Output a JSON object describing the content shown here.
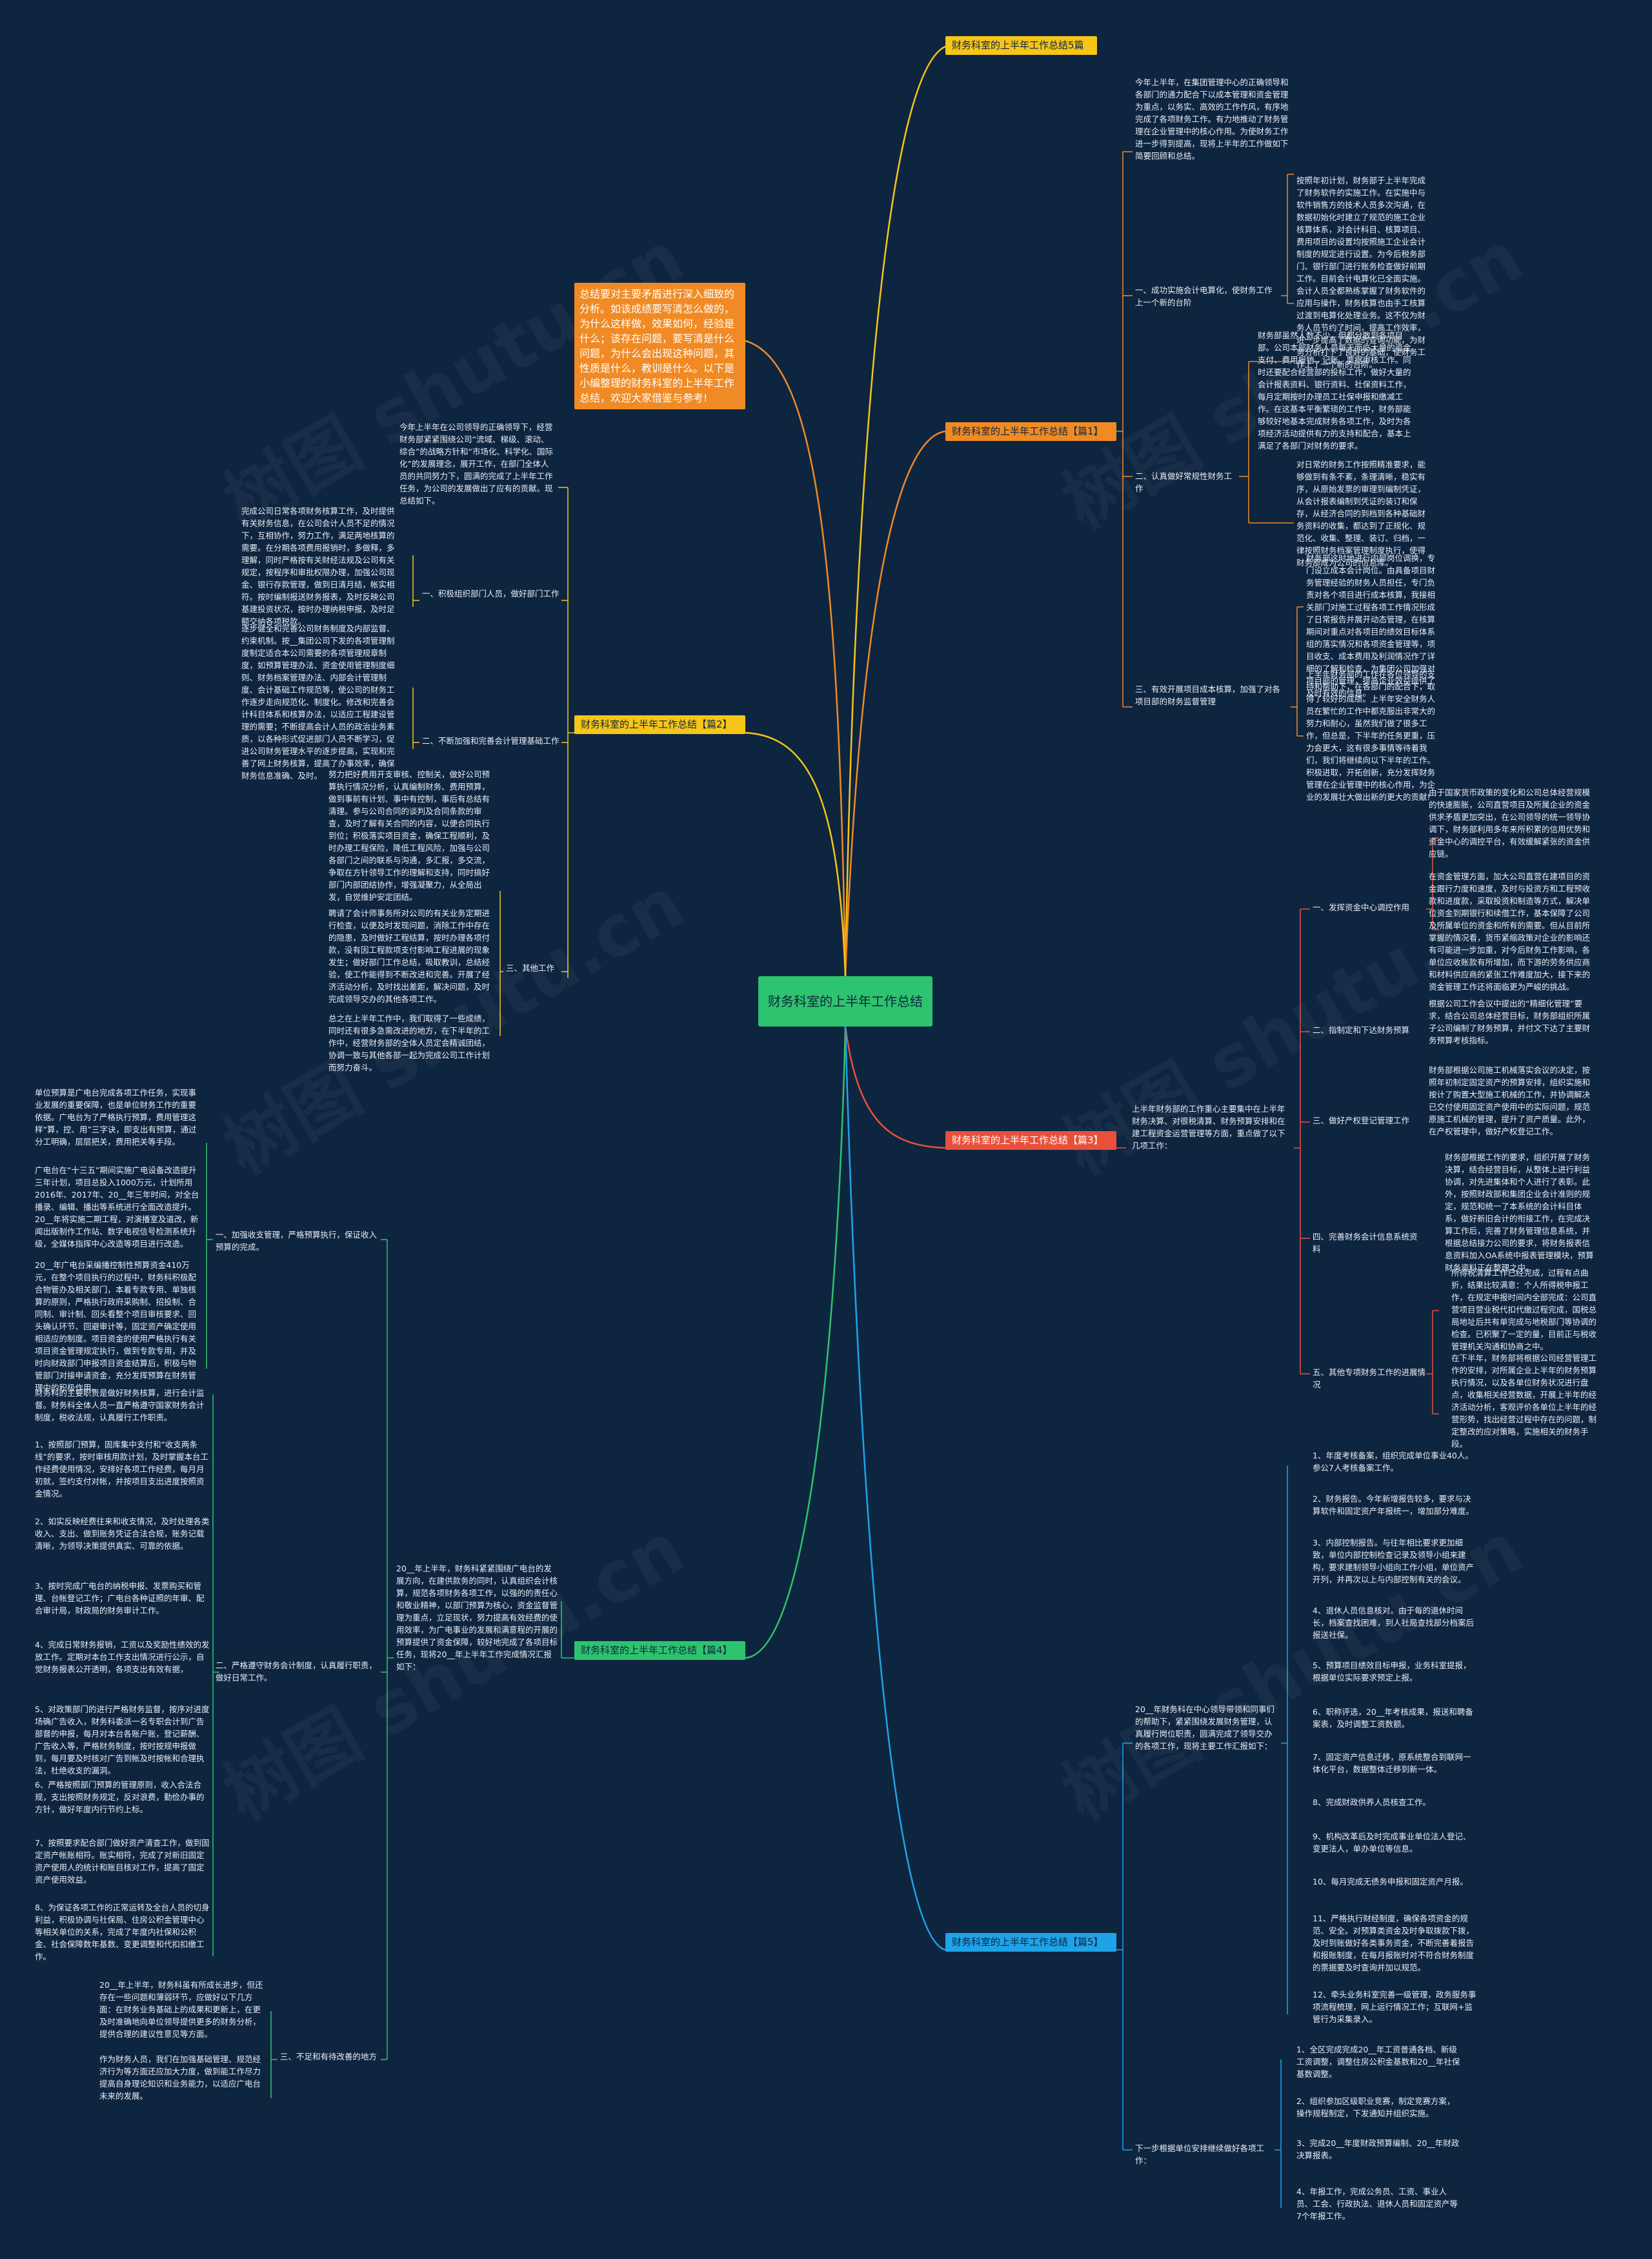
{
  "center": {
    "label": "财务科室的上半年工作总结"
  },
  "watermark": "树图 shutu.cn",
  "note": "总结要对主要矛盾进行深入细致的分析。如该成绩要写清怎么做的，为什么这样做，效果如何，经验是什么；该存在问题，要写清是什么问题，为什么会出现这种问题，其性质是什么，教训是什么。以下是小编整理的财务科室的上半年工作总结，欢迎大家借鉴与参考!",
  "branches": {
    "p5": {
      "label": "财务科室的上半年工作总结5篇"
    },
    "p1": {
      "label": "财务科室的上半年工作总结【篇1】",
      "intro": "今年上半年，在集团管理中心的正确领导和各部门的通力配合下以成本管理和资金管理为重点，以务实、高效的工作作风，有序地完成了各项财务工作。有力地推动了财务管理在企业管理中的核心作用。为使财务工作进一步得到提高，现将上半年的工作做如下简要回顾和总结。",
      "s1": {
        "title": "一、成功实施会计电算化，使财务工作上一个新的台阶",
        "text": "按照年初计划，财务部于上半年完成了财务软件的实施工作。在实施中与软件销售方的技术人员多次沟通，在数据初始化时建立了规范的施工企业核算体系，对会计科目、核算项目、费用项目的设置均按照施工企业会计制度的规定进行设置。为今后税务部门、银行部门进行账务检查做好前期工作。目前会计电算化已全面实施。会计人员全都熟练掌握了财务软件的应用与操作，财务核算也由手工核算过渡到电算化处理业务。这不仅为财务人员节约了时间，提高工作效率，进一步提高了数据的查询功能，为财务分析打下了良好的基础，使财务工作上了一个新的台阶。"
      },
      "s2": {
        "title": "二、认真做好常规性财务工作",
        "t1": "财务部虽然人数不少，但都分散到各项目部。公司本部财务人员每天面临大量的资金支付、费用报销、记账、票据审核工作。同时还要配合经营部的投标工作，做好大量的会计报表资料、银行资料、社保资料工作，每月定期按时办理员工社保申报和缴减工作。在这基本平衡繁琐的工作中，财务部能够较好地基本完成财务各项工作，及时为各项经济活动提供有力的支持和配合，基本上满足了各部门对财务的要求。",
        "t2": "对日常的财务工作按照精准要求，能够做到有条不紊，条理清晰，稳实有序，从原始发票的审理到编制凭证，从会计报表编制到凭证的装订和保存，从经济合同的到档到各种基础财务资料的收集，都达到了正规化、规范化、收集、整理、装订、归档，一律按照财务档案管理制度执行，使得财务部成为公司的信息库。"
      },
      "s3": {
        "title": "三、有效开展项目成本核算，加强了对各项目部的财务监督管理",
        "t1": "财务部这时地进行内部岗位调换，专门设立成本会计岗位。由具备项目财务管理经验的财务人员担任，专门负责对各个项目进行成本核算，我接相关部门对施工过程各项工作情况形成了日常报告并展开动态管理，在核算期间对重点对各项目的绩效目标体系组的落实情况和各项资金管理等，项目收支、成本费用及利润情况作了详细的了解和检查，为集团公司加强对项目部的管理，提高企业效益提供了及时有效的信息。",
        "t2": "上半年财务部的工作在各位领导的支持和帮助下，在各部门的配合下，取得了较好的成绩。上半年安全财务人员在繁忙的工作中都克服出非常大的努力和耐心，虽然我们做了很多工作，但总是，下半年的任务更重，压力会更大，这有很多事情等待着我们，我们将继续向以下半年的工作。积极进取，开拓创新，充分发挥财务管理在企业管理中的核心作用，为企业的发展壮大做出新的更大的贡献!"
      }
    },
    "p2": {
      "label": "财务科室的上半年工作总结【篇2】",
      "intro": "今年上半年在公司领导的正确领导下，经营财务部紧紧围绕公司“流域、梯级、滚动、综合”的战略方针和“市场化、科学化、国际化”的发展理念，展开工作，在部门全体人员的共同努力下，圆满的完成了上半年工作任务，为公司的发展做出了应有的贡献。现总结如下。",
      "s1": {
        "title": "一、积极组织部门人员，做好部门工作",
        "text": "完成公司日常各项财务核算工作，及时提供有关财务信息，在公司会计人员不足的情况下，互相协作，努力工作，满足两地核算的需要。在分期各项费用报销时，多做释，多理解，同时严格按有关财经法规及公司有关规定，按程序和审批权限办理，加强公司现金、银行存款管理，做到日清月结，帐实相符。按时编制报送财务报表，及时反映公司基建投资状况，按时办理纳税申报，及时足额交纳各项税款。"
      },
      "s2": {
        "title": "二、不断加强和完善会计管理基础工作",
        "text": "逐步健全和完善公司财务制度及内部监督、约束机制。按__集团公司下发的各项管理制度制定适合本公司需要的各项管理规章制度，如预算管理办法、资金使用管理制度细则、财务档案管理办法、内部会计管理制度、会计基础工作规范等，使公司的财务工作逐步走向规范化、制度化。修改和完善会计科目体系和核算办法，以适应工程建设管理的需要；不断提高会计人员的政治业务素质，以各种形式促进部门人员不断学习，促进公司财务管理水平的逐步提高，实现和完善了网上财务核算，提高了办事效率，确保财务信息准确、及时。"
      },
      "s3": {
        "title": "三、其他工作",
        "t1": "努力把好费用开支审核、控制关，做好公司预算执行情况分析，认真编制财务、费用预算，做到事前有计划、事中有控制，事后有总结有清理。参与公司合同的谈判及合同条款的审查，及时了解有关合同的内容，以便合同执行到位；积极落实项目资金，确保工程顺利，及时办理工程保险，降低工程风险，加强与公司各部门之间的联系与沟通，多汇报，多交流，争取在方针领导工作的理解和支持，同时搞好部门内部团结协作，增强凝聚力，从全局出发，自觉维护安定团结。",
        "t2": "聘请了会计师事务所对公司的有关业务定期进行检查，以便及时发现问题，消除工作中存在的隐患，及时做好工程结算，按时办理各项付款，没有因工程款项支付影响工程进展的现象发生；做好部门工作总结，吸取教训，总结经验，使工作能得到不断改进和完善。开展了经济活动分析，及时找出差距，解决问题，及时完成领导交办的其他各项工作。",
        "t3": "总之在上半年工作中，我们取得了一些成绩，同时还有很多急需改进的地方，在下半年的工作中，经营财务部的全体人员定会精诚团结，协调一致与其他各部一起为完成公司工作计划而努力奋斗。"
      }
    },
    "p3": {
      "label": "财务科室的上半年工作总结【篇3】",
      "intro": "上半年财务部的工作重心主要集中在上半年财务决算、对很税清算、财务预算安排和在建工程资金运营管理等方面，重点做了以下几项工作：",
      "s1": {
        "title": "一、发挥资金中心调控作用",
        "t1": "由于国家货币政策的变化和公司总体经营规模的快速膨胀，公司直营项目及所属企业的资金供求矛盾更加突出，在公司领导的统一领导协调下，财务部利用多年来所积累的信用优势和资金中心的调控平台，有效缓解紧张的资金供应链。",
        "t2": "在资金管理方面，加大公司直营在建项目的资金跟行力度和速度，及时与投资方和工程预收款和进度款，采取投资和制造等方式，解决单位资金到期银行和续借工作，基本保障了公司及所属单位的资金和所有的需要。但从目前所掌握的情况看，货币紧缩政策对企业的影响还有可能进一步加重，对今后财务工作影响，各单位应收账款有所增加，而下游的劳务供应商和材料供应商的紧张工作难度加大，接下来的资金管理工作还将面临更为严峻的挑战。"
      },
      "s2": {
        "title": "二、指制定和下达财务预算",
        "text": "根据公司工作会议中提出的“精细化管理”要求，结合公司总体经营目标，财务部组织所属子公司编制了财务预算，并付文下达了主要财务预算考核指标。"
      },
      "s3": {
        "title": "三、做好产权登记管理工作",
        "text": "财务部根据公司施工机械落实会议的决定，按照年初制定固定资产的预算安排，组织实施和按计了购置大型施工机械的工作，并协调解决已交付使用固定资产使用中的实际问题，规范原施工机械的管理，提升了资产质量。此外，在产权管理中，做好产权登记工作。"
      },
      "s4": {
        "title": "四、完善财务会计信息系统资料",
        "text": "财务部根据工作的要求，组织开展了财务决算，结合经营目标，从整体上进行利益协调，对先进集体和个人进行了表彰。此外，按照财政部和集团企业会计准则的规定，规范和统一了本系统的会计科目体系，做好新旧会计的衔接工作，在完成决算工作后，完善了财务管理信息系统，并根据总结接力公司的要求，将财务报表信息资料加入OA系统中报表管理模块，预算财务资料正在整理之中。"
      },
      "s5": {
        "title": "五、其他专项财务工作的进展情况",
        "t1": "所得税清算工作已经完成，过程有点曲折，结果比较满意：个人所得税申报工作，在规定申报时间内全部完成：公司直营项目营业税代扣代缴过程完成，国税总局地址后共有单完成与地税部门等协调的检查。已积聚了一定的量，目前正与税收管理机关沟通和协商之中。",
        "t2": "在下半年，财务部将根据公司经营管理工作的安排，对所属企业上半年的财务预算执行情况，以及各单位财务状况进行盘点，收集相关经营数据，开展上半年的经济活动分析，客观评价各单位上半年的经营形势，找出经营过程中存在的问题，制定整改的应对策略，实施相关的财务手段。"
      }
    },
    "p4": {
      "label": "财务科室的上半年工作总结【篇4】",
      "intro": "20__年上半年，财务科紧紧围绕广电台的发展方向，在建供款务的同时，认真组织会计核算，规范各项财务各项工作，以强的的责任心和敬业精神，以部门预算为核心，资金监督管理为重点，立足现状，努力提高有效经费的使用效率，为广电事业的发展和满意程的开展的预算提供了资金保障，较好地完成了各项目标任务，现将20__年上半年工作完成情况汇报如下：",
      "s1": {
        "title": "一、加强收支管理，严格预算执行，保证收入预算的完成。",
        "t1": "单位预算是广电台完成各项工作任务，实现事业发展的重要保障，也是单位财务工作的重要依据。广电台为了严格执行预算，费用管理这样“算，控、用”三字诀，即支出有预算，通过分工明确，层层把关，费用把关等手段。",
        "t2": "广电台在“十三五”期间实施广电设备改造提升三年计划，项目总投入1000万元，计划所用2016年、2017年、20__年三年时间，对全台播录、编辑、播出等系统进行全面改造提升。20__年将实施二期工程，对演播室及道改，新闻出版制作工作站、数字电视信号检测系统升级，全媒体指挥中心改造等项目进行改造。",
        "t3": "20__年广电台采编播控制性预算资金410万元，在整个项目执行的过程中，财务科积极配合物管办及相关部门，本着专款专用、单独核算的原则，严格执行政府采购制、招投制、合同制、审计制、回头看整个项目审核要求、回头确认环节、回避审计等，固定资产确定使用相适应的制度。项目资金的使用严格执行有关项目资金管理规定执行，做到专款专用，并及时向财政部门申报项目资金结算后，积极与物管部门对接申请资金，充分发挥预算在财务管理中的积极作用。"
      },
      "s2": {
        "title": "二、严格遵守财务会计制度，认真履行职责，做好日常工作。",
        "t1": "财务科的主要职责是做好财务核算，进行会计监督。财务科全体人员一直严格遵守国家财务会计制度，税收法规，认真履行工作职责。",
        "t2": "1、按照部门预算，固库集中支付和“收支两条线”的要求，按时审核用款计划，及时掌握本台工作经费使用情况，安排好各项工作经费，每月月初就，签约支付对帐，并按项目支出进度按照资金情况。",
        "t3": "2、如实反映经费往来和收支情况，及时处理各类收入、支出、做到账务凭证合法合规，账务记载清晰，为领导决策提供真实、可靠的依据。",
        "t4": "3、按时完成广电台的纳税申报、发票购买和管理、台帐登记工作；广电台各种证照的年审、配合审计局，财政局的财务审计工作。",
        "t5": "4、完成日常财务报销，工资以及奖励性绩效的发放工作。定期对本台工作支出情况进行公示，自觉财务报表公开透明，各项支出有效有据，",
        "t6": "5、对政策部门的进行严格财务监督，按序对进度场确广告收入，财务科委派一名专职会计到广告部督的申报，每月对本台各账户账，登记薪酬、广告收入等，严格财务制度，按时按规申报做到，每月要及时核对广告到帐及时按帐和合理执法，杜绝收支的漏洞。",
        "t7": "6、严格按照部门预算的管理原则，收入合法合规，支出按照财务规定，反对浪费，勤俭办事的方针，做好年度内行节约上标。",
        "t8": "7、按照要求配合部门做好资产清查工作，做到固定资产帐账相符。账实相符，完成了对新旧固定资产使用人的统计和账目核对工作，提高了固定资产使用效益。",
        "t9": "8、为保证各项工作的正常运转及全台人员的切身利益，积极协调与社保局、住房公积金管理中心等相关单位的关系，完成了年度内社保和公积金、社会保障数年基数、变更调整和代扣扣缴工作。"
      },
      "s3": {
        "title": "三、不足和有待改善的地方",
        "t1": "20__年上半年，财务科虽有所成长进步，但还存在一些问题和薄弱环节，应做好以下几方面：在财务业务基础上的成果和更新上，在更及时准确地向单位领导提供更多的财务分析，提供合理的建议性意见等方面。",
        "t2": "作为财务人员，我们在加强基础管理、规范经济行为等方面还应加大力度，做到能工作尽力提高自身理论知识和业务能力，以适应广电台未来的发展。"
      }
    },
    "p5b": {
      "label": "财务科室的上半年工作总结【篇5】",
      "intro": "20__年财务科在中心领导带领和同事们的帮助下，紧紧围绕发展财务管理，认真履行岗位职责，圆满完成了领导交办的各项工作，现将主要工作汇报如下：",
      "items": [
        "1、年度考核备案，组织完成单位事业40人。参公7人考核备案工作。",
        "2、财务报告。今年新增报告较多，要求与决算软件和固定资产年报统一，增加部分难度。",
        "3、内部控制报告。与往年相比要求更加细致，单位内部控制检查记录及领导小组来建构，要求建制领导小组向工作小组，单位资产开列，并再次以上与内部控制有关的会议。",
        "4、退休人员信息核对。由于每的退休时间长，档案查找困难，到人社局查找部分档案后报送社保。",
        "5、预算项目绩效目标申报，业务科室提报，根据单位实际要求预定上报。",
        "6、职称评选，20__年考核成果，报送和聘备案表，及时调整工资数额。",
        "7、固定资产信息迁移，原系统整合到联网一体化平台，数据整体迁移到新一体。",
        "8、完成财政供养人员核查工作。",
        "9、机构改革后及时完成事业单位法人登记、变更法人，单办单位等信息。",
        "10、每月完成无债务申报和固定资产月报。",
        "11、严格执行财经制度，确保各项资金的规范、安全。对预算类资金及时争取拨款下拨，及时到账做好各类事务资金，不断完善着报告和报账制度，在每月报账时对不符合财务制度的票据要及时查询并加以规范。",
        "12、牵头业务科室完善一级管理，政务服务事项流程梳理，网上运行情况工作；互联网+监管行为采集录入。"
      ],
      "next": {
        "title": "下一步根据单位安排继续做好各项工作：",
        "items": [
          "1、全区完成完成20__年工资普通各档、新级工资调整，调整住房公积金基数和20__年社保基数调整。",
          "2、组织参加区级职业竞赛，制定竞赛方案，操作规程制定，下发通知并组织实施。",
          "3、完成20__年度财政预算编制、20__年财政决算报表。",
          "4、年报工作，完成公务员、工资、事业人员、工会、行政执法、退休人员和固定资产等7个年报工作。"
        ]
      }
    }
  },
  "colors": {
    "background": "#0e2540",
    "yellow": "#f5c518",
    "orange": "#f08a24",
    "red": "#e8503a",
    "green": "#2ec36e",
    "blue": "#1fa3e8",
    "text": "#e9eef5"
  }
}
